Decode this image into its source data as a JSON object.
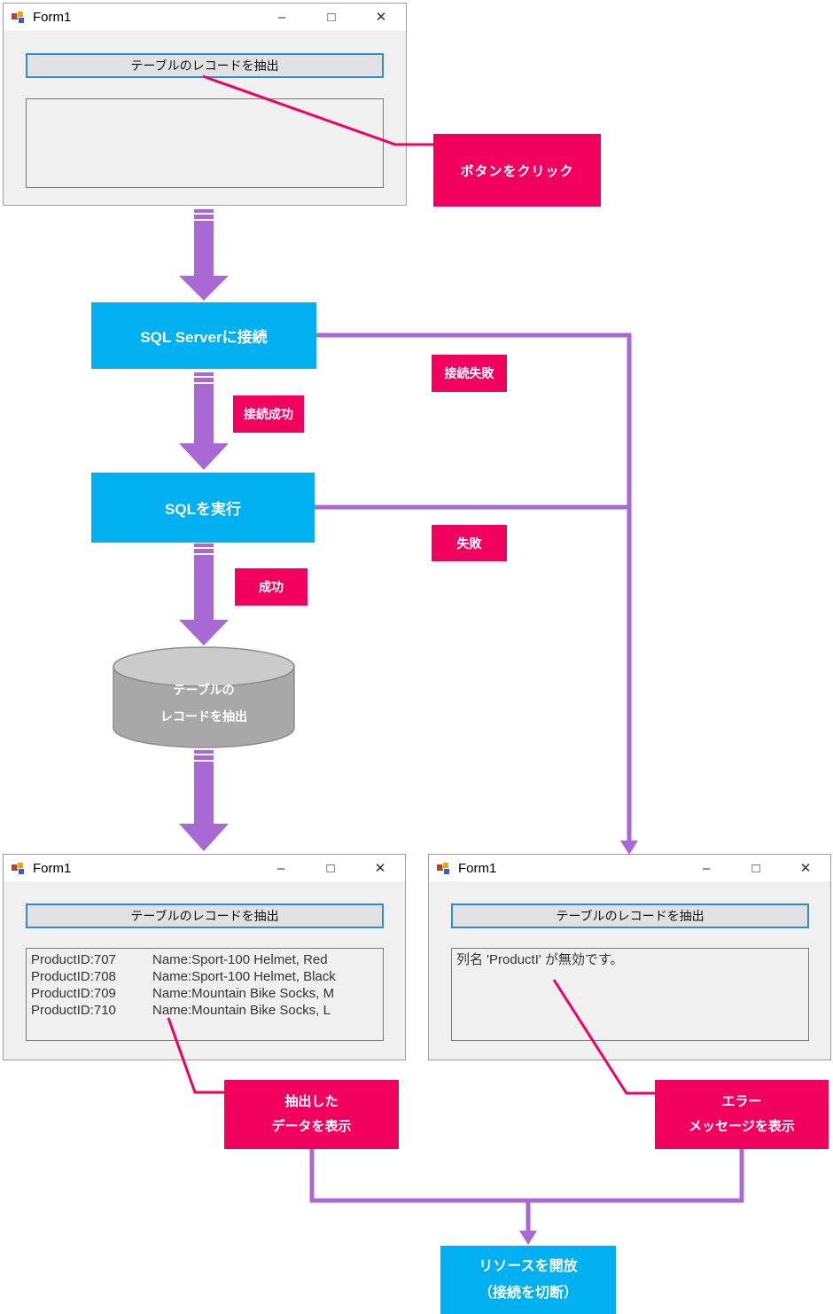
{
  "window_chrome": {
    "minimize": "–",
    "maximize": "□",
    "close": "✕"
  },
  "forms": {
    "initial": {
      "title": "Form1",
      "button_label": "テーブルのレコードを抽出"
    },
    "result": {
      "title": "Form1",
      "button_label": "テーブルのレコードを抽出",
      "rows": [
        {
          "id": "ProductID:707",
          "name": "Name:Sport-100 Helmet, Red"
        },
        {
          "id": "ProductID:708",
          "name": "Name:Sport-100 Helmet, Black"
        },
        {
          "id": "ProductID:709",
          "name": "Name:Mountain Bike Socks, M"
        },
        {
          "id": "ProductID:710",
          "name": "Name:Mountain Bike Socks, L"
        }
      ]
    },
    "error": {
      "title": "Form1",
      "button_label": "テーブルのレコードを抽出",
      "message": "列名 'ProductI' が無効です。"
    }
  },
  "flow": {
    "connect_step": "SQL Serverに接続",
    "execute_step": "SQLを実行",
    "db_step": {
      "line1": "テーブルの",
      "line2": "レコードを抽出"
    },
    "release_step": {
      "line1": "リソースを開放",
      "line2": "（接続を切断）"
    }
  },
  "callouts": {
    "click_button": "ボタンをクリック",
    "connect_success": "接続成功",
    "connect_fail": "接続失敗",
    "success": "成功",
    "fail": "失敗",
    "show_data": {
      "line1": "抽出した",
      "line2": "データを表示"
    },
    "show_error": {
      "line1": "エラー",
      "line2": "メッセージを表示"
    }
  },
  "colors": {
    "accent_pink": "#F2005E",
    "accent_cyan": "#00B0F0",
    "accent_purple": "#A869D5",
    "db_gray": "#A8A8A8"
  }
}
